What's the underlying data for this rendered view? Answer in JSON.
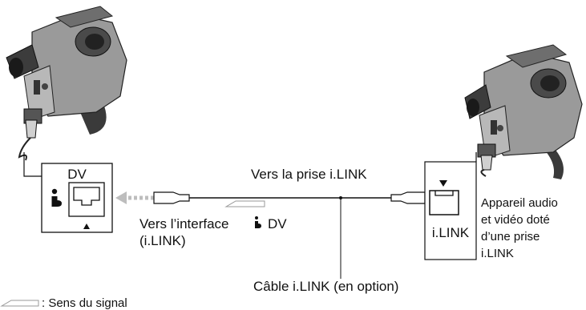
{
  "left_port": {
    "label": "DV",
    "icon": "i-link-icon"
  },
  "right_port": {
    "label": "i.LINK"
  },
  "labels": {
    "cable_top": "Vers la prise i.LINK",
    "interface_line1_pre": "Vers l’interface",
    "interface_line1_post": "DV",
    "interface_line2": "(i.LINK)",
    "cable_bottom": "Câble i.LINK (en option)",
    "device_lines": [
      "Appareil audio",
      "et vidéo doté",
      "d’une prise",
      "i.LINK"
    ]
  },
  "legend": {
    "text": ": Sens du signal"
  },
  "colors": {
    "line": "#111111",
    "camera_body": "#8a8a8a",
    "camera_dark": "#2e2e2e",
    "signal_arrow": "#bdbdbd"
  }
}
